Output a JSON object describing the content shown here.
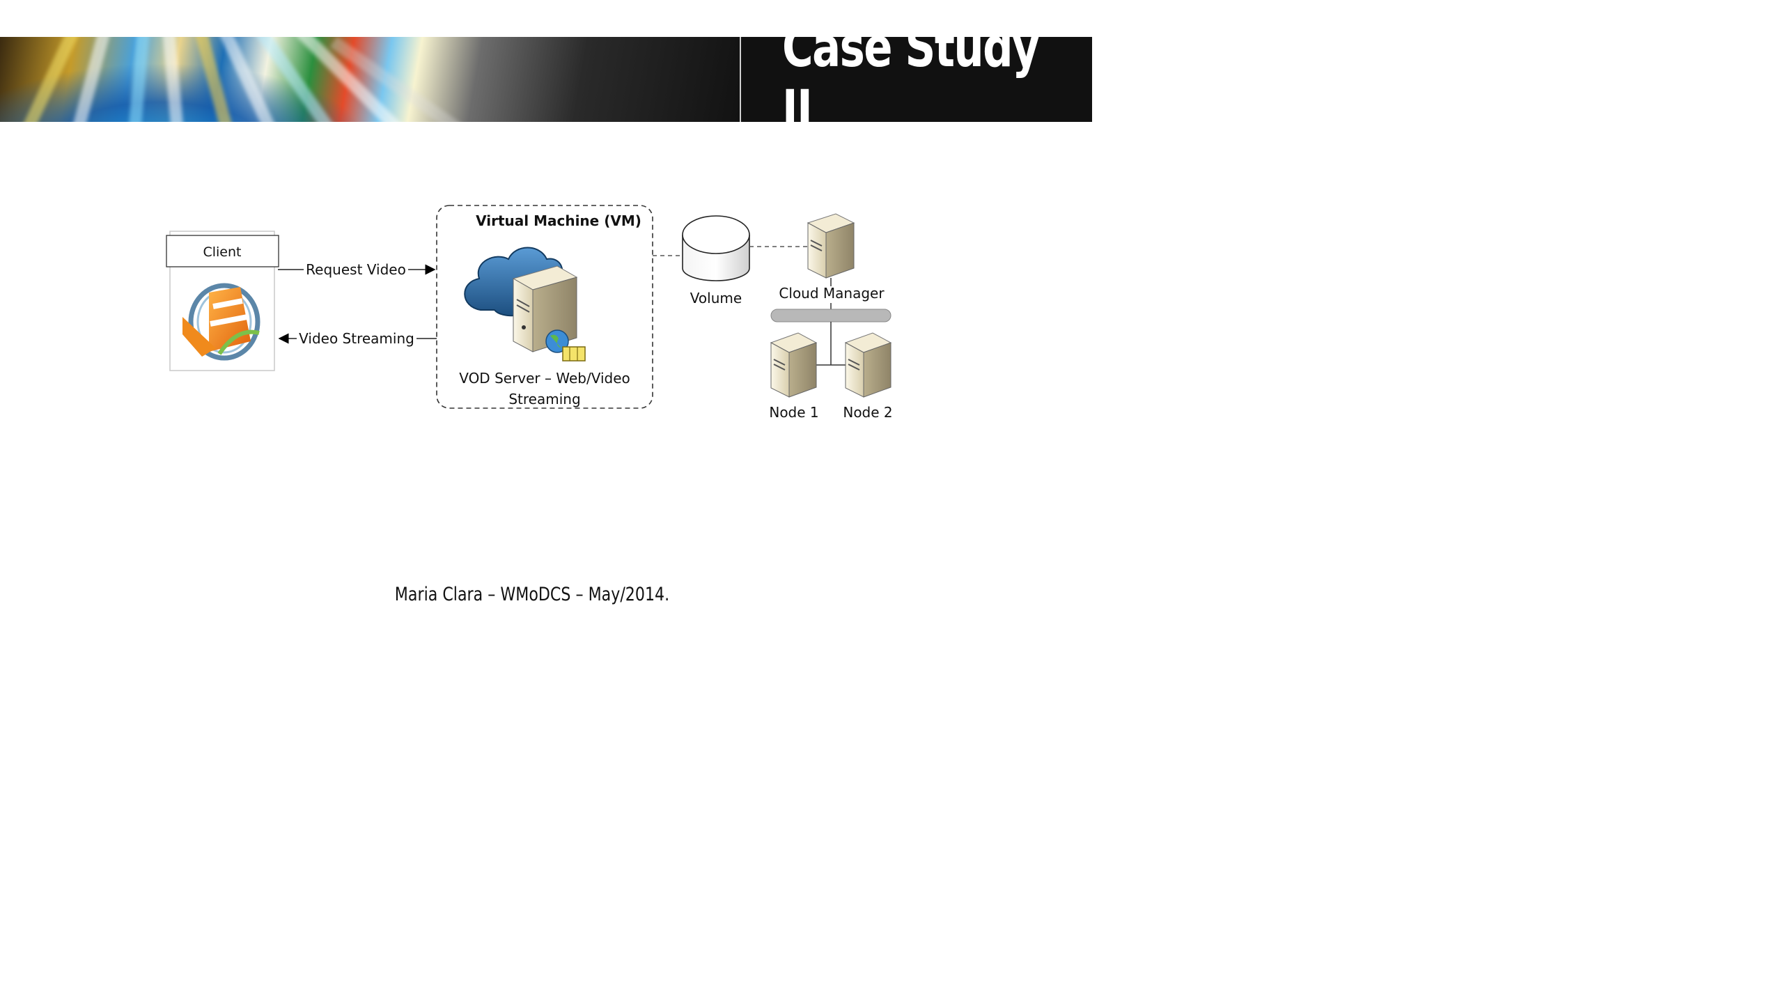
{
  "banner": {
    "title": "Case Study II"
  },
  "diagram": {
    "client_label": "Client",
    "request_label": "Request Video",
    "streaming_label": "Video Streaming",
    "vm_title": "Virtual Machine (VM)",
    "vod_line1": "VOD Server – Web/Video",
    "vod_line2": "Streaming",
    "volume_label": "Volume",
    "cloud_manager_label": "Cloud Manager",
    "node1_label": "Node 1",
    "node2_label": "Node 2"
  },
  "footer": {
    "text": "Maria Clara – WMoDCS – May/2014."
  },
  "colors": {
    "banner_bg": "#111111",
    "cloud": "#2f6fa8",
    "server": "#e8dfc4"
  }
}
